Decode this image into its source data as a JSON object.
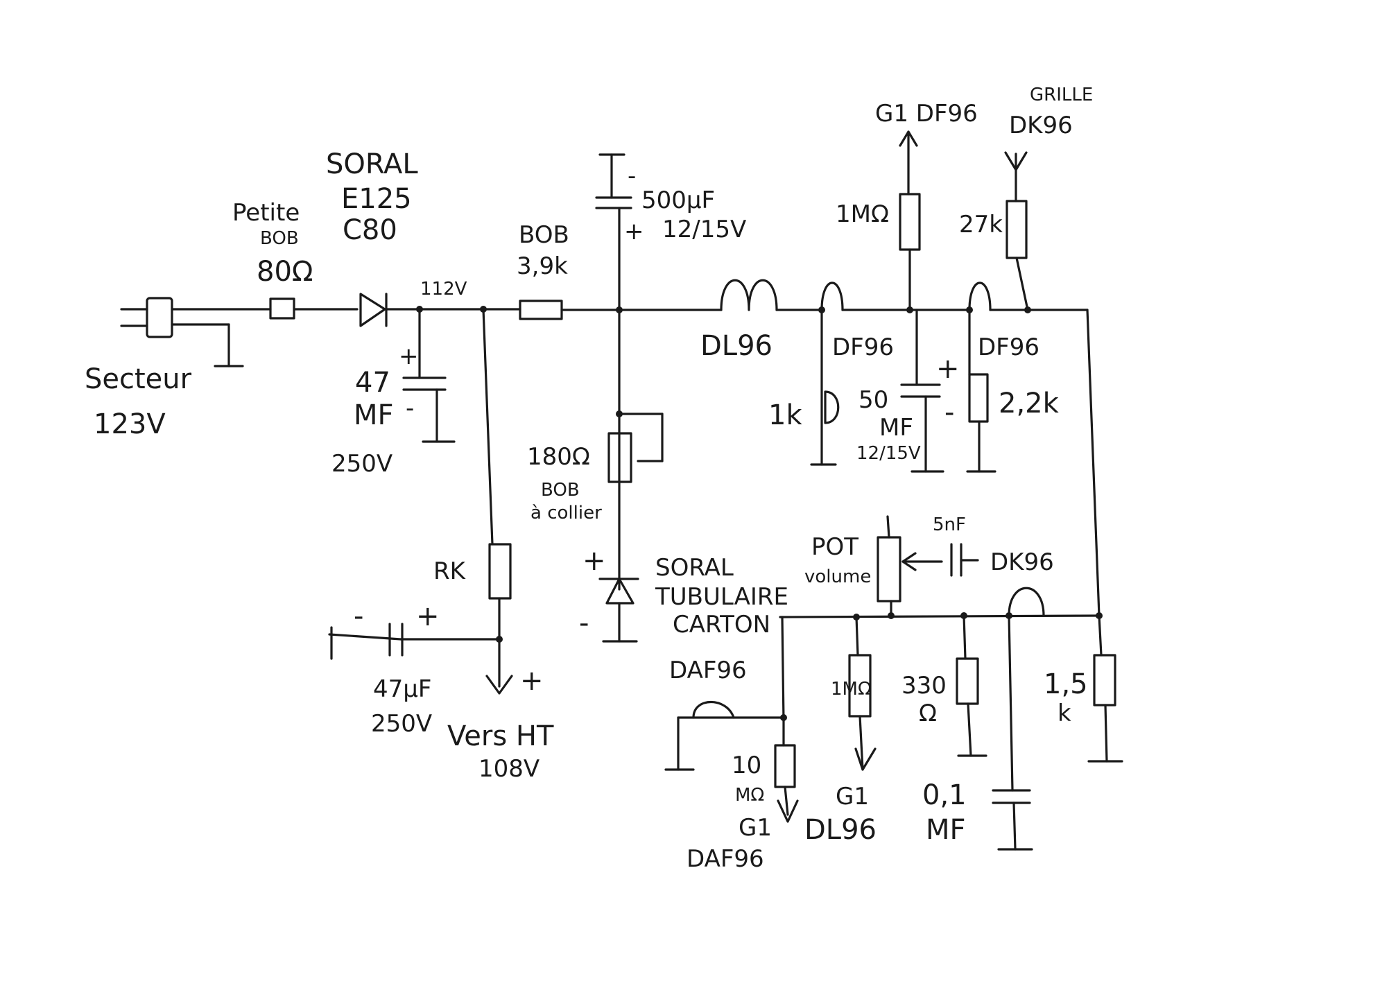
{
  "labels": {
    "mains_title": "Secteur",
    "mains_voltage": "123V",
    "small_coil_1": "Petite",
    "small_coil_2": "BOB",
    "small_coil_value": "80Ω",
    "rectifier_1": "SORAL",
    "rectifier_2": "E125",
    "rectifier_3": "C80",
    "node_voltage": "112V",
    "cap47_1": "47",
    "cap47_2": "MF",
    "cap47_3": "250V",
    "cap47_plus": "+",
    "cap47_minus": "-",
    "coil_3k9_1": "BOB",
    "coil_3k9_2": "3,9k",
    "cap500_1": "500µF",
    "cap500_2": "12/15V",
    "cap500_plus": "+",
    "cap500_minus": "-",
    "res_180": "180Ω",
    "coil_collier_1": "BOB",
    "coil_collier_2": "à collier",
    "rk": "RK",
    "zener_plus": "+",
    "zener_minus": "-",
    "zener_1": "SORAL",
    "zener_2": "TUBULAIRE",
    "zener_3": "CARTON",
    "cap47b_minus": "-",
    "cap47b_plus": "+",
    "cap47b_1": "47µF",
    "cap47b_2": "250V",
    "ht_plus": "+",
    "ht_1": "Vers HT",
    "ht_2": "108V",
    "tube_dl96": "DL96",
    "tube_df96_a": "DF96",
    "tube_df96_b": "DF96",
    "res_1k": "1k",
    "cap50_1": "50",
    "cap50_2": "MF",
    "cap50_3": "12/15V",
    "cap50_plus": "+",
    "cap50_minus": "-",
    "res_2k2": "2,2k",
    "res_1M_top": "1MΩ",
    "g1_df96": "G1 DF96",
    "res_27k": "27k",
    "grille_1": "GRILLE",
    "grille_2": "DK96",
    "cap_5nf": "5nF",
    "dk96": "DK96",
    "pot_1": "POT",
    "pot_2": "volume",
    "daf96": "DAF96",
    "res_10M_1": "10",
    "res_10M_2": "MΩ",
    "g1_daf96_1": "G1",
    "g1_daf96_2": "DAF96",
    "res_1M_bot": "1MΩ",
    "g1_dl96_1": "G1",
    "g1_dl96_2": "DL96",
    "res_330_1": "330",
    "res_330_2": "Ω",
    "cap_01_1": "0,1",
    "cap_01_2": "MF",
    "res_1k5_1": "1,5",
    "res_1k5_2": "k"
  }
}
